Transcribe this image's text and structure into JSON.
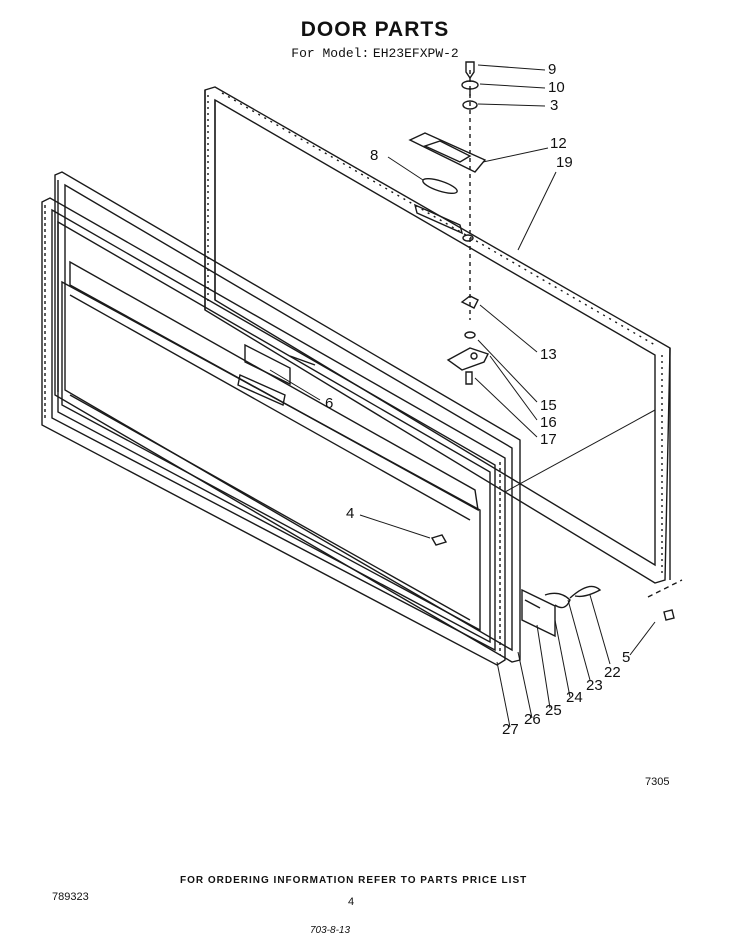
{
  "header": {
    "title": "DOOR PARTS",
    "model_prefix": "For Model:",
    "model": "EH23EFXPW-2"
  },
  "callouts": {
    "c9": "9",
    "c10": "10",
    "c3": "3",
    "c12": "12",
    "c19": "19",
    "c8": "8",
    "c13": "13",
    "c6": "6",
    "c15": "15",
    "c16": "16",
    "c17": "17",
    "c4": "4",
    "c5": "5",
    "c22": "22",
    "c23": "23",
    "c24": "24",
    "c25": "25",
    "c26": "26",
    "c27": "27"
  },
  "figure_number": "7305",
  "footer": {
    "ordering_note": "FOR ORDERING INFORMATION REFER TO PARTS PRICE LIST",
    "document_number": "789323",
    "page_number": "4",
    "stamp": "703-8-13"
  }
}
